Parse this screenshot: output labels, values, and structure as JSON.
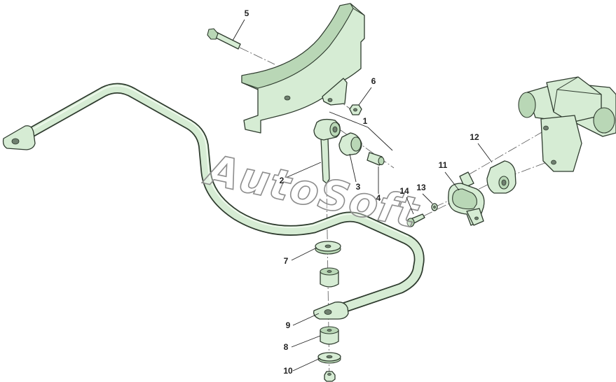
{
  "callouts": {
    "n1": "1",
    "n2": "2",
    "n3": "3",
    "n4": "4",
    "n5": "5",
    "n6": "6",
    "n7": "7",
    "n8": "8",
    "n9": "9",
    "n10": "10",
    "n11": "11",
    "n12": "12",
    "n13": "13",
    "n14": "14"
  },
  "watermark": "AutoSoft",
  "colors": {
    "part_fill": "#d6ecd4",
    "part_shade": "#b9d7b6",
    "outline": "#2e3b2e",
    "background": "#ffffff"
  }
}
